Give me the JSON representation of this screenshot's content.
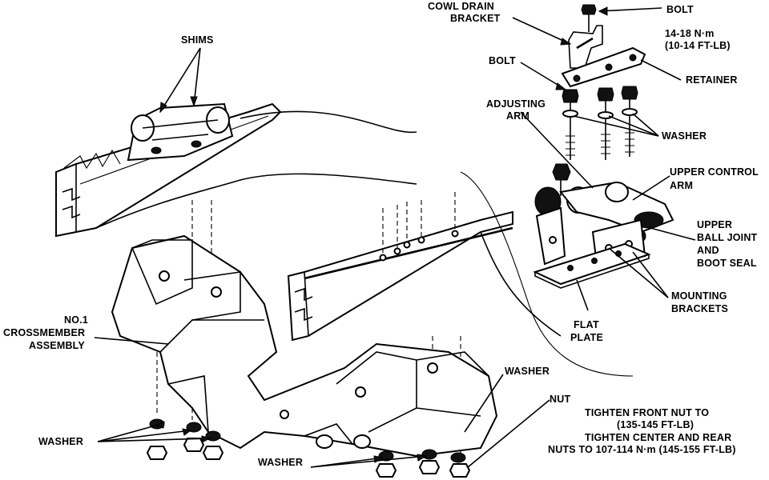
{
  "labels": {
    "cowl_drain_bracket": [
      "COWL DRAIN",
      "BRACKET"
    ],
    "bolt_top": "BOLT",
    "torque_small": [
      "14-18 N·m",
      "(10-14 FT-LB)"
    ],
    "retainer": "RETAINER",
    "bolt_left": "BOLT",
    "adjusting_arm": [
      "ADJUSTING",
      "ARM"
    ],
    "washer_right": "WASHER",
    "upper_control_arm": [
      "UPPER CONTROL",
      "ARM"
    ],
    "upper_ball_joint": [
      "UPPER",
      "BALL JOINT",
      "AND",
      "BOOT SEAL"
    ],
    "mounting_brackets": [
      "MOUNTING",
      "BRACKETS"
    ],
    "flat_plate": [
      "FLAT",
      "PLATE"
    ],
    "shims": "SHIMS",
    "crossmember": [
      "NO.1",
      "CROSSMEMBER",
      "ASSEMBLY"
    ],
    "washer_bottom_mid": "WASHER",
    "nut": "NUT",
    "tighten_note": [
      "TIGHTEN FRONT NUT TO",
      "(135-145 FT-LB)",
      "TIGHTEN CENTER AND REAR",
      "NUTS TO 107-114 N·m (145-155 FT-LB)"
    ],
    "washer_bottom_left": "WASHER",
    "washer_bottom_center": "WASHER"
  }
}
